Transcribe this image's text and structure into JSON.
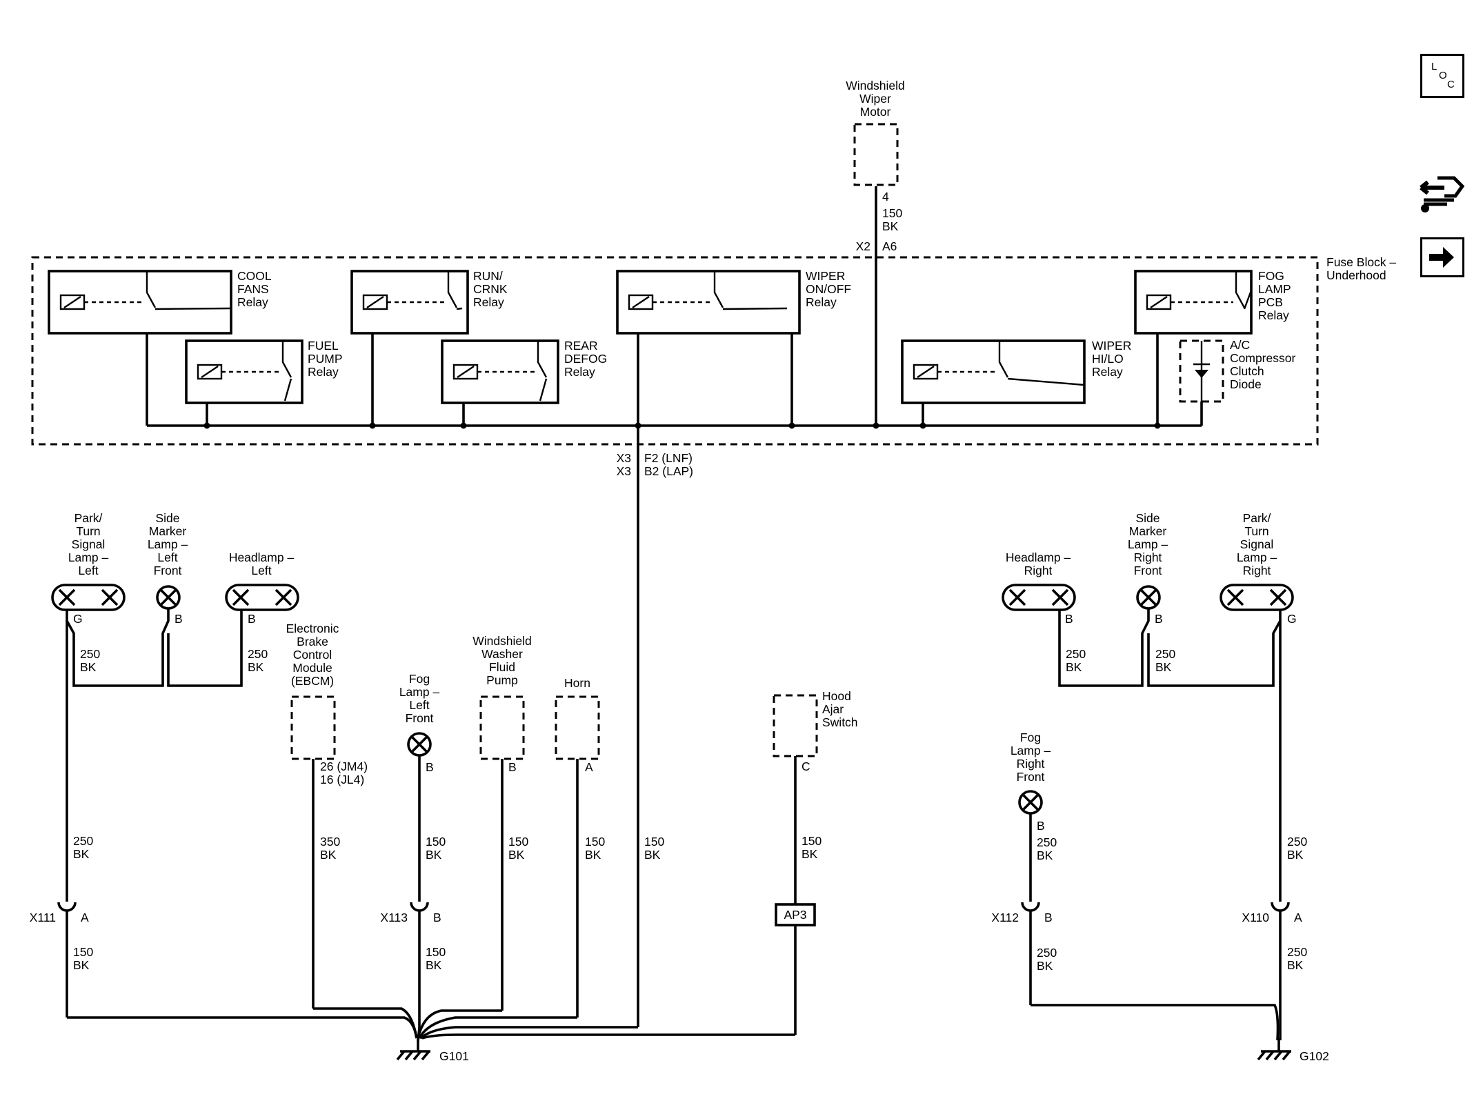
{
  "fuse_block": {
    "label": [
      "Fuse Block –",
      "Underhood"
    ]
  },
  "relays": {
    "cool_fans": [
      "COOL",
      "FANS",
      "Relay"
    ],
    "fuel_pump": [
      "FUEL",
      "PUMP",
      "Relay"
    ],
    "run_crnk": [
      "RUN/",
      "CRNK",
      "Relay"
    ],
    "rear_defog": [
      "REAR",
      "DEFOG",
      "Relay"
    ],
    "wiper_on_off": [
      "WIPER",
      "ON/OFF",
      "Relay"
    ],
    "wiper_hi_lo": [
      "WIPER",
      "HI/LO",
      "Relay"
    ],
    "fog_lamp": [
      "FOG",
      "LAMP",
      "PCB",
      "Relay"
    ],
    "ac_diode": [
      "A/C",
      "Compressor",
      "Clutch",
      "Diode"
    ]
  },
  "wiper_motor": {
    "name": [
      "Windshield",
      "Wiper",
      "Motor"
    ],
    "pin": "4",
    "wire": [
      "150",
      "BK"
    ],
    "conn": "X2",
    "cavity": "A6"
  },
  "fuse_exit": {
    "line1": [
      "X3",
      "F2 (LNF)"
    ],
    "line2": [
      "X3",
      "B2 (LAP)"
    ]
  },
  "left": {
    "park_turn": {
      "name": [
        "Park/",
        "Turn",
        "Signal",
        "Lamp –",
        "Left"
      ],
      "pin": "G"
    },
    "side_marker": {
      "name": [
        "Side",
        "Marker",
        "Lamp –",
        "Left",
        "Front"
      ],
      "pin": "B"
    },
    "headlamp": {
      "name": [
        "Headlamp –",
        "Left"
      ],
      "pin": "B"
    },
    "wire_a": [
      "250",
      "BK"
    ],
    "wire_b": [
      "250",
      "BK"
    ],
    "wire_main": [
      "250",
      "BK"
    ],
    "x111": {
      "name": "X111",
      "cavity": "A",
      "wire": [
        "150",
        "BK"
      ]
    }
  },
  "ebcm": {
    "name": [
      "Electronic",
      "Brake",
      "Control",
      "Module",
      "(EBCM)"
    ],
    "pins": [
      "26 (JM4)",
      "16 (JL4)"
    ],
    "wire": [
      "350",
      "BK"
    ]
  },
  "fog_left": {
    "name": [
      "Fog",
      "Lamp –",
      "Left",
      "Front"
    ],
    "pin": "B",
    "wire": [
      "150",
      "BK"
    ],
    "conn": "X113",
    "cavity": "B",
    "wire2": [
      "150",
      "BK"
    ]
  },
  "washer_pump": {
    "name": [
      "Windshield",
      "Washer",
      "Fluid",
      "Pump"
    ],
    "pin": "B",
    "wire": [
      "150",
      "BK"
    ]
  },
  "horn": {
    "name": "Horn",
    "pin": "A",
    "wire": [
      "150",
      "BK"
    ]
  },
  "center_wire": [
    "150",
    "BK"
  ],
  "hood_ajar": {
    "name": [
      "Hood",
      "Ajar",
      "Switch"
    ],
    "pin": "C",
    "wire": [
      "150",
      "BK"
    ],
    "splice": "AP3"
  },
  "ground_left": "G101",
  "right": {
    "headlamp": {
      "name": [
        "Headlamp –",
        "Right"
      ],
      "pin": "B"
    },
    "side_marker": {
      "name": [
        "Side",
        "Marker",
        "Lamp –",
        "Right",
        "Front"
      ],
      "pin": "B"
    },
    "park_turn": {
      "name": [
        "Park/",
        "Turn",
        "Signal",
        "Lamp –",
        "Right"
      ],
      "pin": "G"
    },
    "wire_a": [
      "250",
      "BK"
    ],
    "wire_b": [
      "250",
      "BK"
    ],
    "wire_main": [
      "250",
      "BK"
    ],
    "x110": {
      "name": "X110",
      "cavity": "A",
      "wire": [
        "250",
        "BK"
      ]
    }
  },
  "fog_right": {
    "name": [
      "Fog",
      "Lamp –",
      "Right",
      "Front"
    ],
    "pin": "B",
    "wire": [
      "250",
      "BK"
    ],
    "conn": "X112",
    "cavity": "B",
    "wire2": [
      "250",
      "BK"
    ]
  },
  "ground_right": "G102",
  "side_icons": {
    "loc": [
      "L",
      "O",
      "C"
    ],
    "icons": [
      "loc-icon",
      "connector-repair-icon",
      "next-page-arrow-icon"
    ]
  }
}
